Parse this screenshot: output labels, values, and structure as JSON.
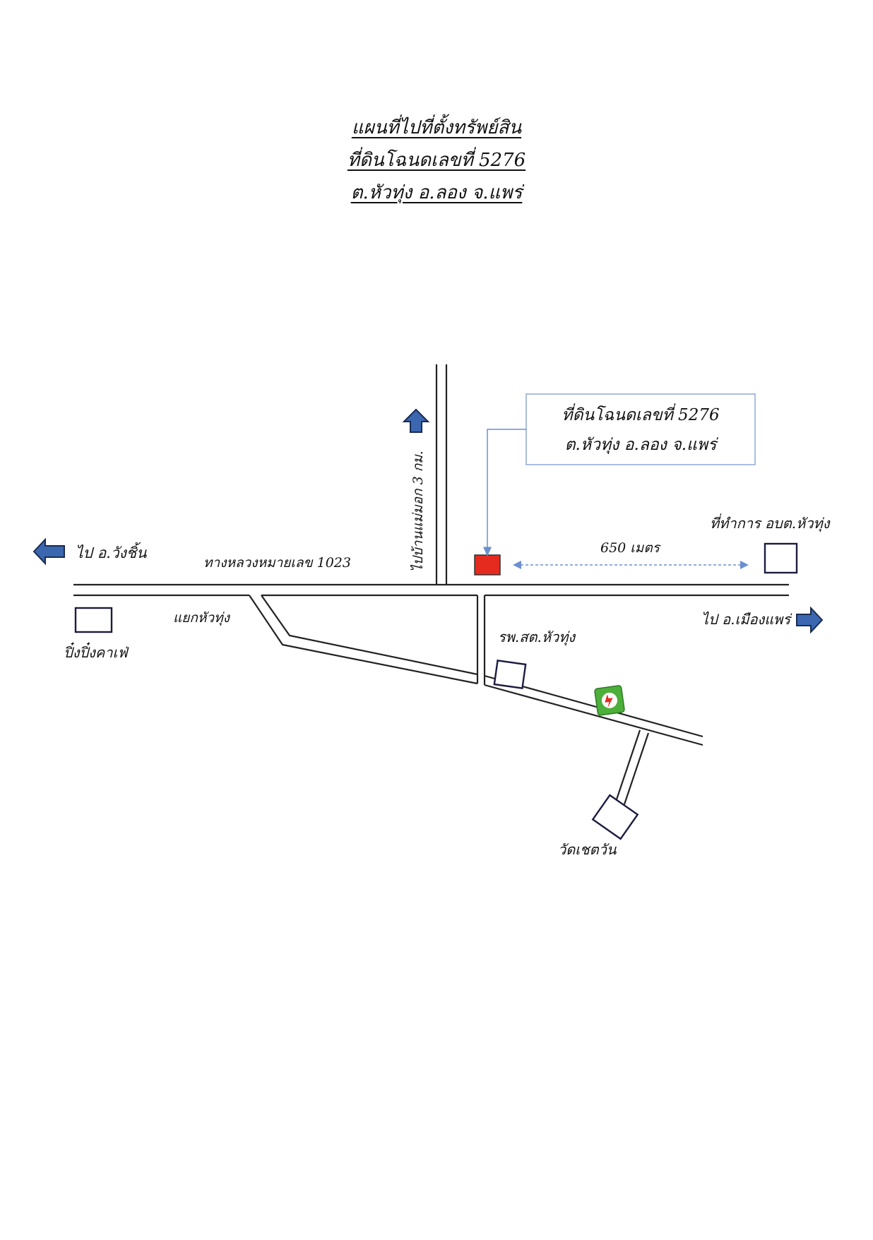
{
  "title": {
    "line1": "แผนที่ไปที่ตั้งทรัพย์สิน",
    "line2": "ที่ดินโฉนดเลขที่  5276",
    "line3": "ต.หัวทุ่ง อ.ลอง จ.แพร่"
  },
  "callout": {
    "line1": "ที่ดินโฉนดเลขที่ 5276",
    "line2": "ต.หัวทุ่ง อ.ลอง จ.แพร่"
  },
  "labels": {
    "to_wang_chin": "ไป อ.วังชิ้น",
    "highway": "ทางหลวงหมายเลข 1023",
    "to_ban_mae_mok": "ไปบ้านแม่มอก 3 กม.",
    "distance": "650 เมตร",
    "sao_office": "ที่ทำการ อบต.หัวทุ่ง",
    "to_mueang_phrae": "ไป อ.เมืองแพร่",
    "junction": "แยกหัวทุ่ง",
    "cafe": "ปิ๋งปิ๋งคาเฟ่",
    "health_hospital": "รพ.สต.หัวทุ่ง",
    "temple": "วัดเชตวัน"
  },
  "colors": {
    "plot_marker": "#e52b1f",
    "arrow_fill": "#3b67b0",
    "callout_border": "#8ea9d8",
    "pointer_line": "#6b8fd0",
    "fuel_station": "#4caf3a"
  },
  "icons": {
    "fuel_station": "gas-station-icon",
    "direction_arrows": "block-arrow-icon"
  }
}
